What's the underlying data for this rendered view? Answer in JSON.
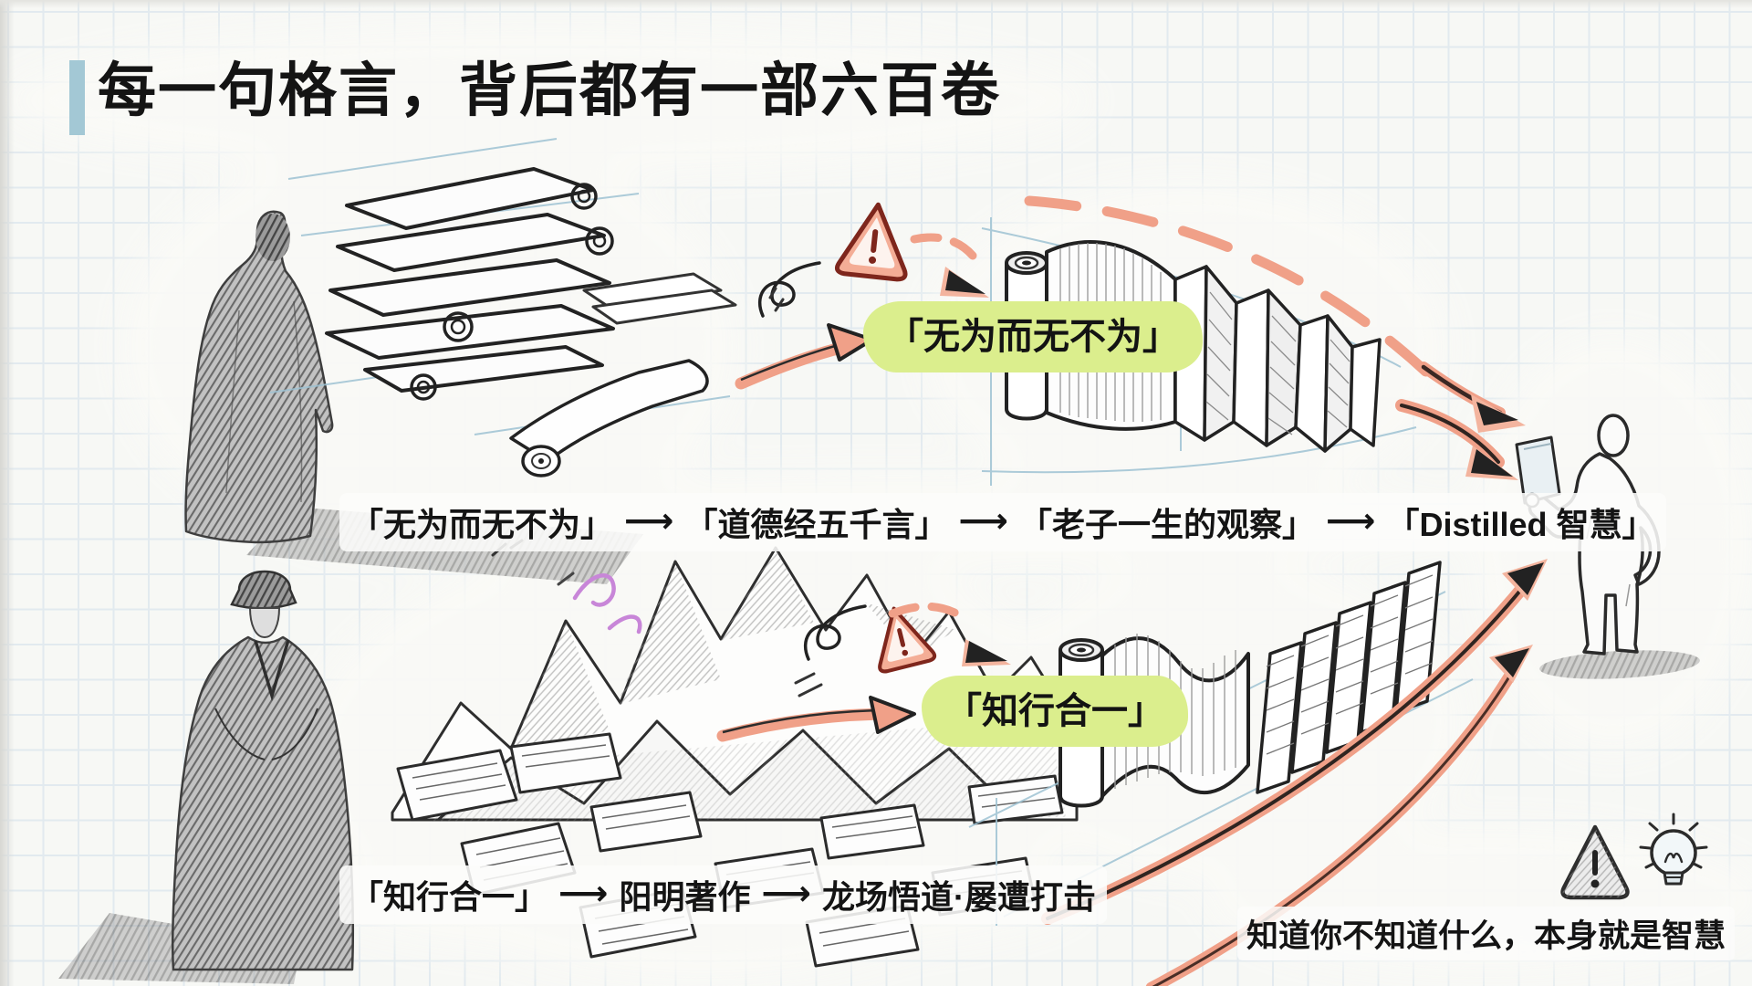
{
  "title": {
    "text": "每一句格言，背后都有一部六百卷"
  },
  "flow1": {
    "label": "「无为而无不为」",
    "chain": {
      "arrow": "⟶",
      "items": [
        "「无为而无不为」",
        "「道德经五千言」",
        "「老子一生的观察」",
        "「Distilled 智慧」"
      ]
    }
  },
  "flow2": {
    "label": "「知行合一」",
    "chain": {
      "arrow": "⟶",
      "items": [
        "「知行合一」",
        "阳明著作",
        "龙场悟道·屡遭打击"
      ]
    }
  },
  "footer": {
    "text": "知道你不知道什么，本身就是智慧"
  },
  "icons": {
    "warning_top": "warning-triangle-icon",
    "warning_mid": "warning-triangle-icon",
    "warning_footer": "warning-triangle-icon",
    "lightbulb": "lightbulb-icon"
  },
  "colors": {
    "accent_bar": "#a3c8d5",
    "highlight": "#dbee8d",
    "arrow": "#f0a088",
    "warning_fill": "#f4ad96",
    "warning_stroke": "#7e261c",
    "grid": "#e2eaef",
    "ink": "#141414"
  }
}
